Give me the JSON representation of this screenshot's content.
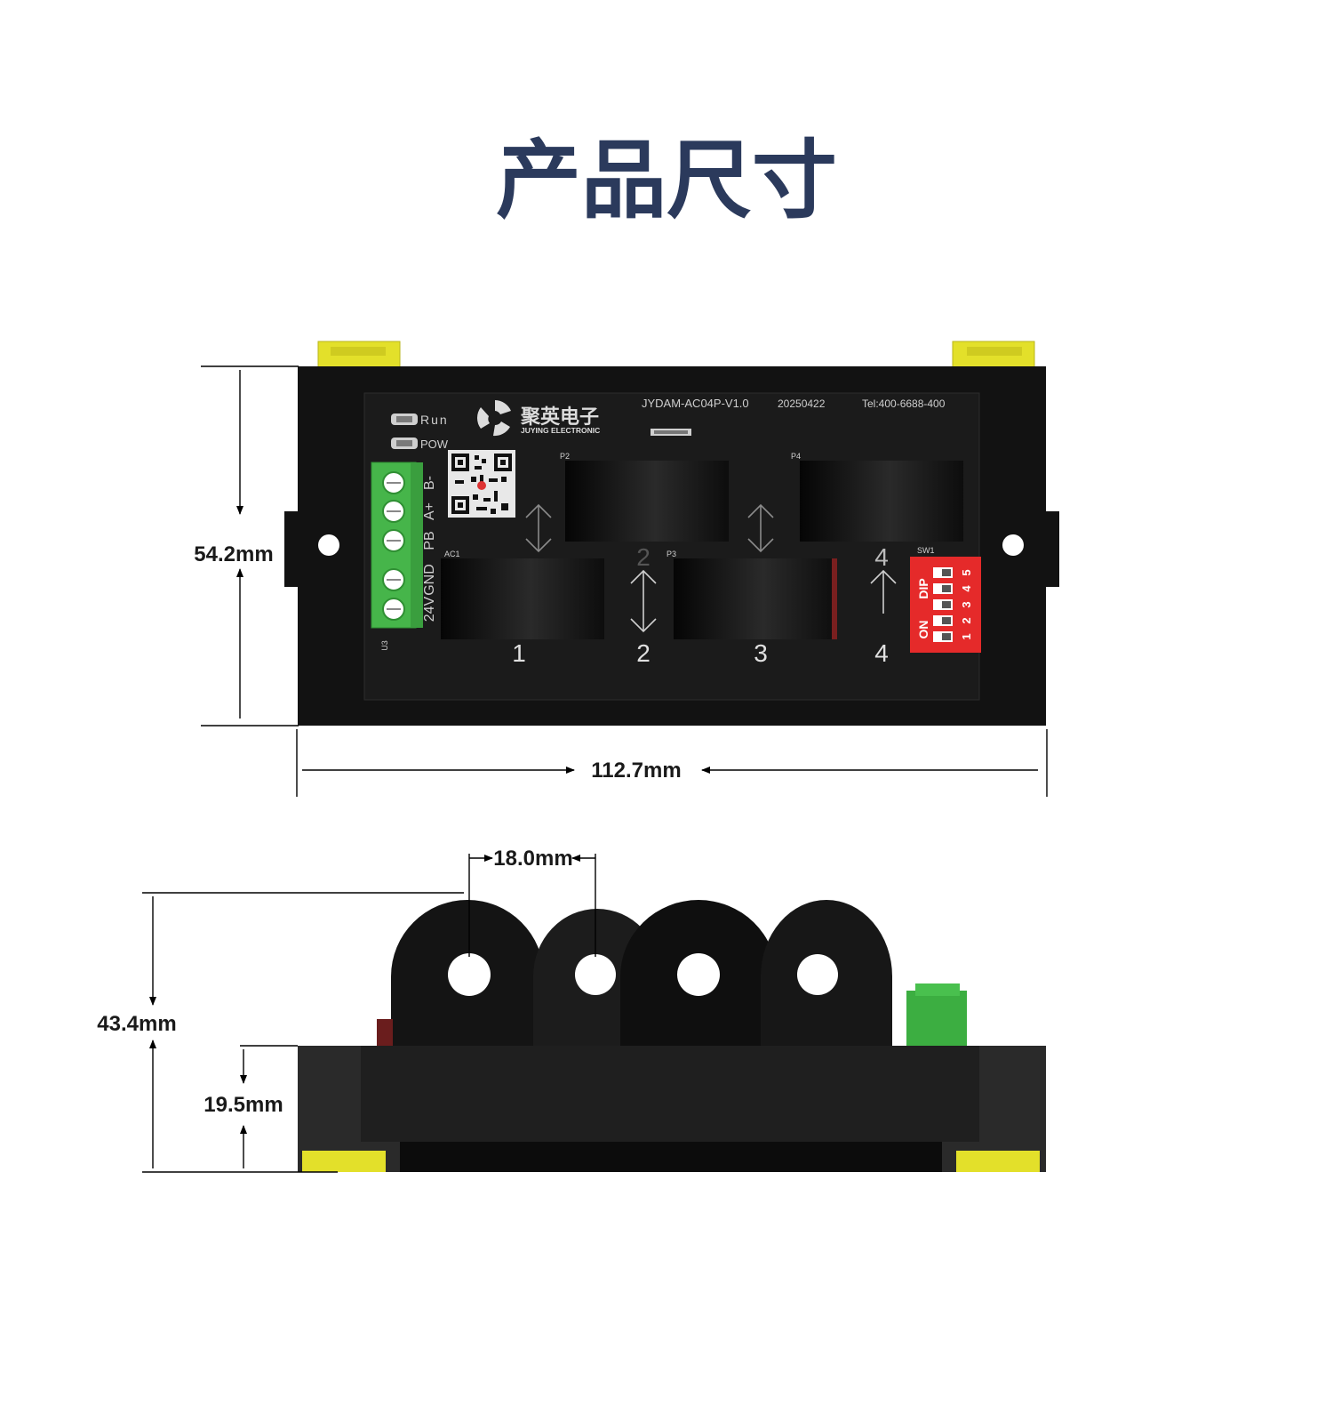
{
  "title": "产品尺寸",
  "colors": {
    "title": "#2b3a5c",
    "case": "#121212",
    "panel": "#1b1b1b",
    "rail_clip": "#e3e02a",
    "terminal": "#46b54a",
    "dip": "#e52a2a"
  },
  "pcb": {
    "brand_cn": "聚英电子",
    "brand_en": "JUYING ELECTRONIC",
    "model": "JYDAM-AC04P-V1.0",
    "date": "20250422",
    "tel": "Tel:400-6688-400",
    "led_run": "Run",
    "led_pow": "POW",
    "terminal_labels": [
      "B-",
      "A+",
      "PB",
      "GND",
      "24V"
    ],
    "terminal_ref": "U3",
    "ac1": "AC1",
    "p2": "P2",
    "p3": "P3",
    "p4": "P4",
    "sw1": "SW1",
    "dip_text": "DIP",
    "dip_on": "ON",
    "dip_numbers": [
      "1",
      "2",
      "3",
      "4",
      "5"
    ],
    "channel_numbers_top": [
      "2",
      "4"
    ],
    "channel_numbers_bottom": [
      "1",
      "2",
      "3",
      "4"
    ]
  },
  "dimensions": {
    "height_top": "54.2mm",
    "width": "112.7mm",
    "ct_pitch": "18.0mm",
    "total_height": "43.4mm",
    "base_height": "19.5mm"
  },
  "icons": {
    "logo": "juying-pinwheel-logo-icon",
    "qr": "qr-code-icon",
    "arrow": "double-arrow-icon"
  }
}
